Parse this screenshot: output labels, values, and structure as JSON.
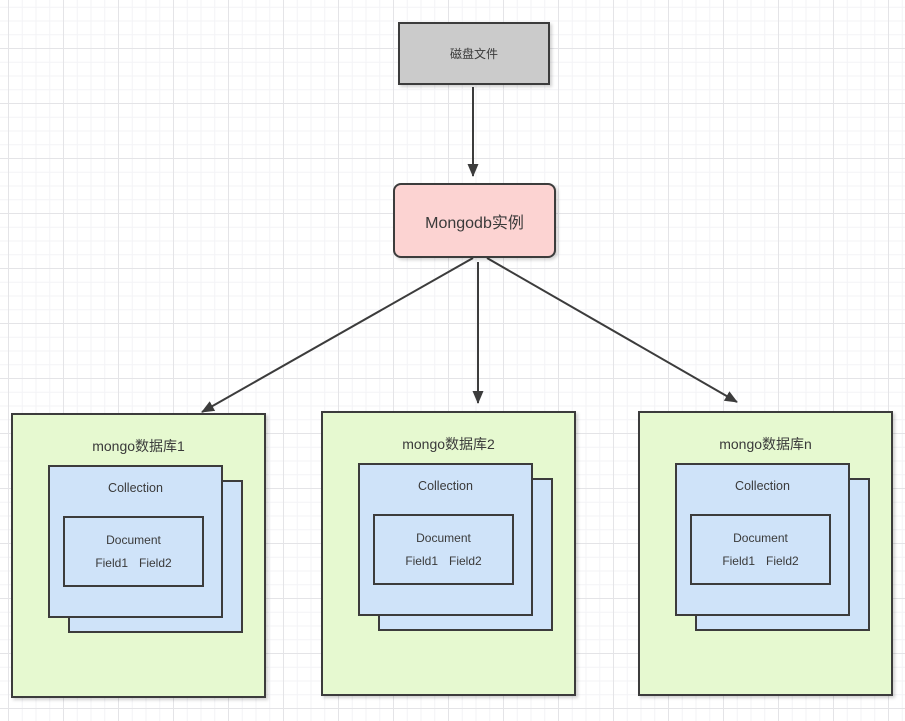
{
  "diagram": {
    "nodes": {
      "disk_file": {
        "label": "磁盘文件",
        "fill": "#cbcbcb"
      },
      "instance": {
        "label": "Mongodb实例",
        "fill": "#fcd3d2"
      },
      "databases": [
        {
          "label": "mongo数据库1",
          "collection": "Collection",
          "document": "Document",
          "fields": [
            "Field1",
            "Field2"
          ]
        },
        {
          "label": "mongo数据库2",
          "collection": "Collection",
          "document": "Document",
          "fields": [
            "Field1",
            "Field2"
          ]
        },
        {
          "label": "mongo数据库n",
          "collection": "Collection",
          "document": "Document",
          "fields": [
            "Field1",
            "Field2"
          ]
        }
      ],
      "database_fill": "#e6f9d0",
      "collection_fill": "#cfe3f9"
    },
    "edges": [
      {
        "from": "disk-file",
        "to": "mongodb-instance"
      },
      {
        "from": "mongodb-instance",
        "to": "database-1"
      },
      {
        "from": "mongodb-instance",
        "to": "database-2"
      },
      {
        "from": "mongodb-instance",
        "to": "database-n"
      }
    ],
    "colors": {
      "border": "#3c3c3c",
      "arrow": "#3c3c3c",
      "text": "#3a3a3a",
      "grid_minor": "#f3f3f6",
      "grid_major": "#e4e4e7",
      "background": "#ffffff"
    }
  }
}
